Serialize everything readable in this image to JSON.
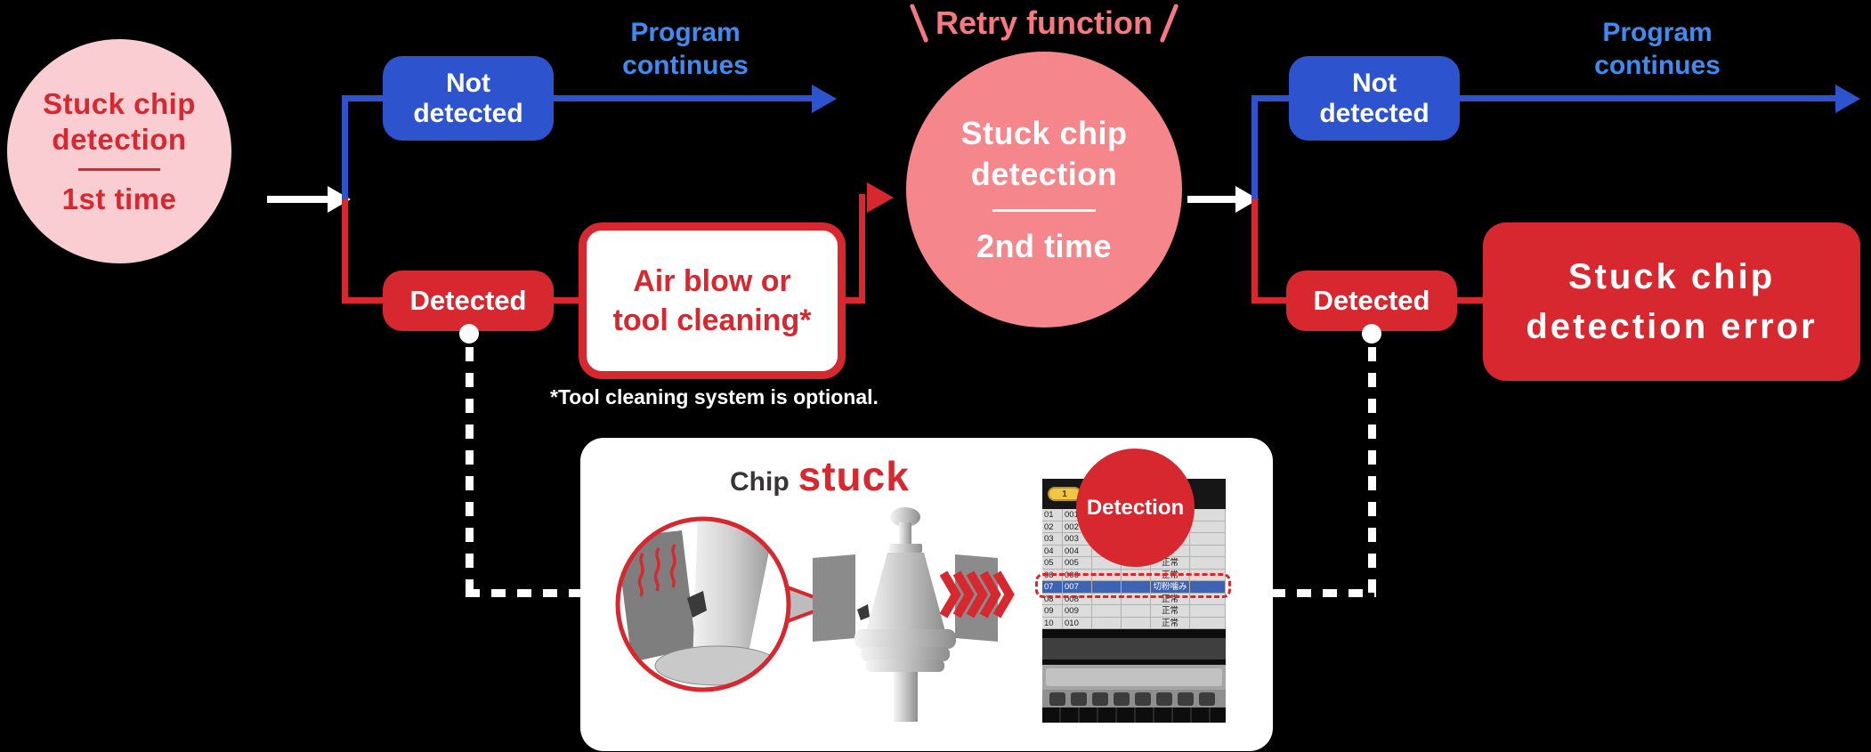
{
  "colors": {
    "background": "#000000",
    "red": "#d7282f",
    "pink_light": "#f9cdd2",
    "salmon_circle": "#f5878c",
    "salmon_text": "#f5797f",
    "blue_box": "#2d53cf",
    "blue_text": "#3f8cf0",
    "row_highlight": "#3d63b5",
    "tab_yellow": "#f2c643"
  },
  "flow": {
    "first_circle": {
      "title_line1": "Stuck chip",
      "title_line2": "detection",
      "subtitle": "1st time"
    },
    "branch1": {
      "not_detected": {
        "line1": "Not",
        "line2": "detected"
      },
      "program_continues": {
        "line1": "Program",
        "line2": "continues"
      },
      "detected": "Detected"
    },
    "air_blow_box": {
      "line1": "Air blow or",
      "line2": "tool cleaning*"
    },
    "footnote": "*Tool cleaning system is optional.",
    "retry_label": "Retry function",
    "second_circle": {
      "title_line1": "Stuck chip",
      "title_line2": "detection",
      "subtitle": "2nd time"
    },
    "branch2": {
      "not_detected": {
        "line1": "Not",
        "line2": "detected"
      },
      "program_continues": {
        "line1": "Program",
        "line2": "continues"
      },
      "detected": "Detected"
    },
    "error_box": {
      "line1": "Stuck chip",
      "line2": "detection error"
    }
  },
  "panel": {
    "chip_label": "Chip",
    "stuck_label": "stuck",
    "detection_badge": "Detection",
    "screen": {
      "tab": "1",
      "rows": [
        {
          "no": "01",
          "id": "001",
          "status": ""
        },
        {
          "no": "02",
          "id": "002",
          "status": ""
        },
        {
          "no": "03",
          "id": "003",
          "status": ""
        },
        {
          "no": "04",
          "id": "004",
          "status": ""
        },
        {
          "no": "05",
          "id": "005",
          "status": "正常"
        },
        {
          "no": "06",
          "id": "006",
          "status": "正常"
        },
        {
          "no": "07",
          "id": "007",
          "status": "切粉噛み"
        },
        {
          "no": "08",
          "id": "008",
          "status": "正常"
        },
        {
          "no": "09",
          "id": "009",
          "status": "正常"
        },
        {
          "no": "10",
          "id": "010",
          "status": "正常"
        }
      ]
    }
  }
}
